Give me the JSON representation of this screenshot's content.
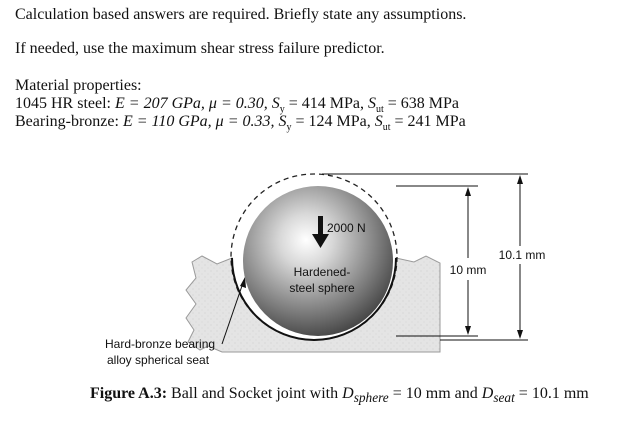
{
  "text": {
    "line1": "Calculation based answers are required.  Briefly state any assumptions.",
    "line2": "If needed, use the maximum shear stress failure predictor.",
    "props_heading": "Material properties:",
    "steel_name": "1045 HR steel:",
    "steel_E": "E = 207 GPa,",
    "steel_mu": "μ = 0.30,",
    "steel_Sy": "S",
    "steel_Sy_val": " = 414 MPa,",
    "steel_Sut": "S",
    "steel_Sut_val": " = 638 MPa",
    "bronze_name": "Bearing-bronze:",
    "bronze_E": "E = 110 GPa,",
    "bronze_mu": "μ = 0.33,",
    "bronze_Sy_val": " = 124 MPa,",
    "bronze_Sut_val": " = 241 MPa",
    "sub_y": "y",
    "sub_ut": "ut"
  },
  "figure": {
    "force_label": "2000 N",
    "sphere_label_1": "Hardened-",
    "sphere_label_2": "steel sphere",
    "dim_sphere": "10 mm",
    "dim_seat": "10.1 mm",
    "seat_label_1": "Hard-bronze bearing",
    "seat_label_2": "alloy spherical seat"
  },
  "caption": {
    "prefix": "Figure A.3:",
    "text1": " Ball and Socket joint with ",
    "d": "D",
    "sub1": "sphere",
    "text2": " = 10 mm and ",
    "sub2": "seat",
    "text3": " = 10.1 mm"
  }
}
